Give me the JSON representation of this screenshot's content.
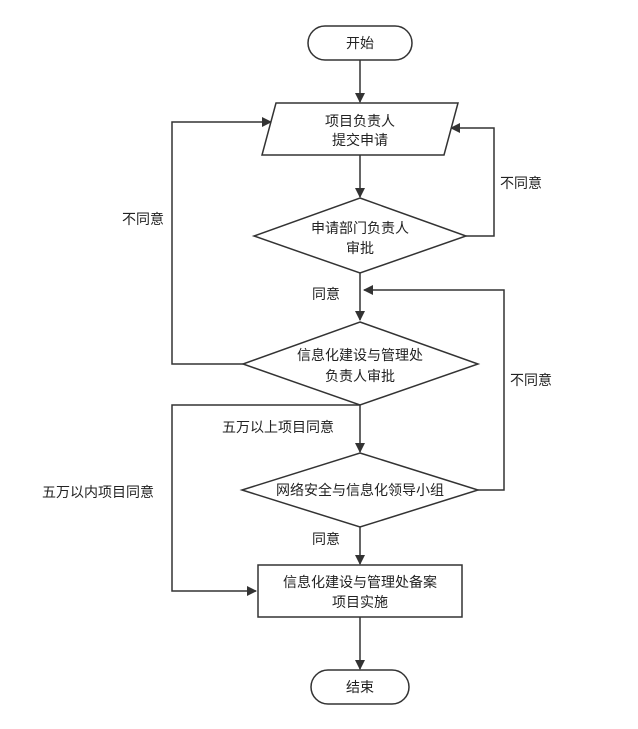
{
  "nodes": {
    "start": "开始",
    "submit": {
      "line1": "项目负责人",
      "line2": "提交申请"
    },
    "dept_approval": {
      "line1": "申请部门负责人",
      "line2": "审批"
    },
    "it_approval": {
      "line1": "信息化建设与管理处",
      "line2": "负责人审批"
    },
    "security_group": "网络安全与信息化领导小组",
    "record": {
      "line1": "信息化建设与管理处备案",
      "line2": "项目实施"
    },
    "end": "结束"
  },
  "edge_labels": {
    "dept_reject": "不同意",
    "dept_agree": "同意",
    "it_reject": "不同意",
    "over_50k_agree": "五万以上项目同意",
    "under_50k_agree": "五万以内项目同意",
    "group_reject": "不同意",
    "group_agree": "同意"
  },
  "colors": {
    "stroke": "#333333",
    "fill": "#ffffff",
    "text": "#222222"
  }
}
